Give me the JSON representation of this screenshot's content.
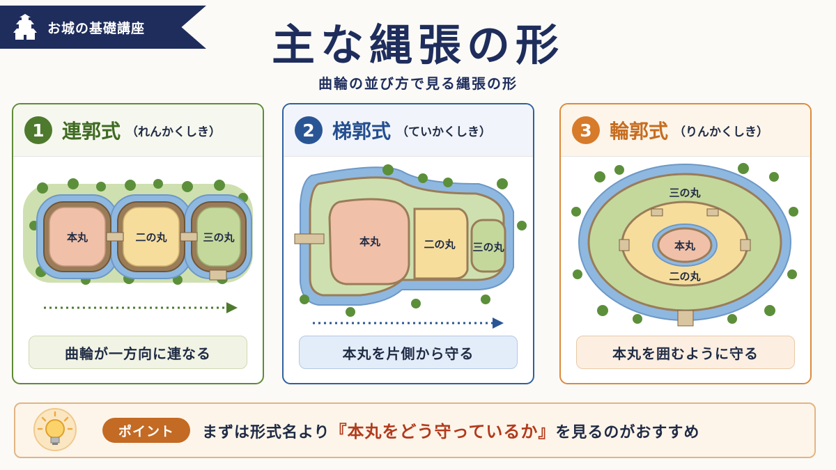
{
  "header": {
    "ribbon_label": "お城の基礎講座",
    "title": "主な縄張の形",
    "subtitle": "曲輪の並び方で見る縄張の形"
  },
  "panels": [
    {
      "number": "1",
      "name": "連郭式",
      "reading": "（れんかくしき）",
      "areas": [
        "本丸",
        "二の丸",
        "三の丸"
      ],
      "caption": "曲輪が一方向に連なる",
      "accent": "#5f8a37"
    },
    {
      "number": "2",
      "name": "梯郭式",
      "reading": "（ていかくしき）",
      "areas": [
        "本丸",
        "二の丸",
        "三の丸"
      ],
      "caption": "本丸を片側から守る",
      "accent": "#2f5f9e"
    },
    {
      "number": "3",
      "name": "輪郭式",
      "reading": "（りんかくしき）",
      "areas": [
        "三の丸",
        "本丸",
        "二の丸"
      ],
      "caption": "本丸を囲むように守る",
      "accent": "#dc8a3c"
    }
  ],
  "point": {
    "badge": "ポイント",
    "text_before": "まずは形式名より",
    "text_emphasis": "『本丸をどう守っているか』",
    "text_after": "を見るのがおすすめ"
  },
  "icons": [
    "castle-icon",
    "lightbulb-icon",
    "arrow-right-icon"
  ]
}
